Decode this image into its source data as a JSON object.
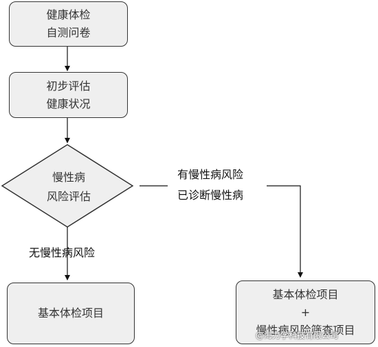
{
  "nodes": {
    "questionnaire": {
      "line1": "健康体检",
      "line2": "自测问卷"
    },
    "assessment": {
      "line1": "初步评估",
      "line2": "健康状况"
    },
    "decision": {
      "line1": "慢性病",
      "line2": "风险评估"
    },
    "basic_items": {
      "line1": "基本体检项目"
    },
    "screening_items": {
      "line1": "基本体检项目",
      "line2": "+",
      "line3": "慢性病风险筛查项目"
    }
  },
  "edge_labels": {
    "risk_yes_line1": "有慢性病风险",
    "risk_yes_line2": "已诊断慢性病",
    "risk_no": "无慢性病风险"
  },
  "watermark": "@海力学科技有限公司",
  "colors": {
    "box_fill": "#efefef",
    "stroke": "#333333",
    "text": "#333333"
  }
}
